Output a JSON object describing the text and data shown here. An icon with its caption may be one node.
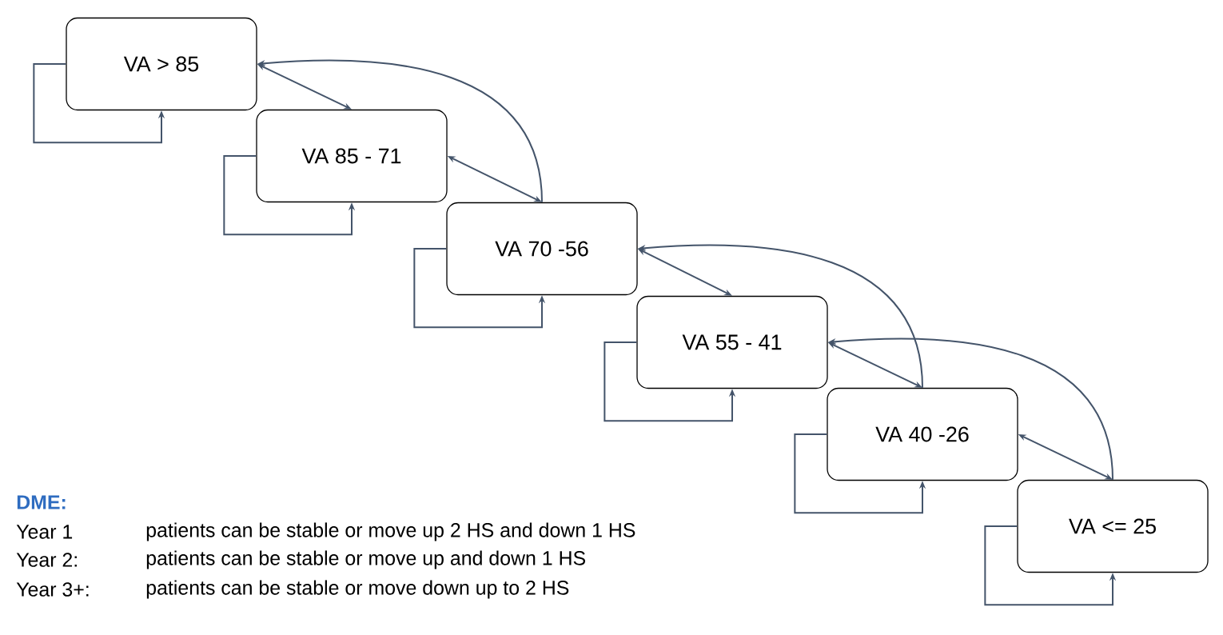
{
  "diagram": {
    "nodes": [
      {
        "text": [
          "VA > 85"
        ]
      },
      {
        "text": [
          "VA 85 - 71"
        ]
      },
      {
        "text": [
          "VA 70 -56"
        ]
      },
      {
        "text": [
          "VA 55 - 41"
        ]
      },
      {
        "text": [
          "VA 40 -26"
        ]
      },
      {
        "text": [
          "VA <= 25"
        ]
      }
    ],
    "edges": [
      {
        "from": 0,
        "to": 0,
        "arrow": "to"
      },
      {
        "from": 1,
        "to": 1,
        "arrow": "to"
      },
      {
        "from": 2,
        "to": 2,
        "arrow": "to"
      },
      {
        "from": 3,
        "to": 3,
        "arrow": "to"
      },
      {
        "from": 4,
        "to": 4,
        "arrow": "to"
      },
      {
        "from": 5,
        "to": 5,
        "arrow": "to"
      },
      {
        "from": 0,
        "to": 1,
        "arrow": "both"
      },
      {
        "from": 1,
        "to": 2,
        "arrow": "both"
      },
      {
        "from": 2,
        "to": 3,
        "arrow": "both"
      },
      {
        "from": 3,
        "to": 4,
        "arrow": "both"
      },
      {
        "from": 4,
        "to": 5,
        "arrow": "both"
      },
      {
        "from": 2,
        "to": 0,
        "arrow": "to"
      },
      {
        "from": 4,
        "to": 2,
        "arrow": "to"
      },
      {
        "from": 5,
        "to": 3,
        "arrow": "to"
      }
    ],
    "labels": [
      "DME:",
      "Year 1",
      "patients can be stable or move up 2 HS and down 1 HS",
      "Year 2:",
      "patients can be stable or move up and down 1 HS",
      "Year 3+:",
      "patients can be stable or move down up to 2 HS"
    ]
  }
}
